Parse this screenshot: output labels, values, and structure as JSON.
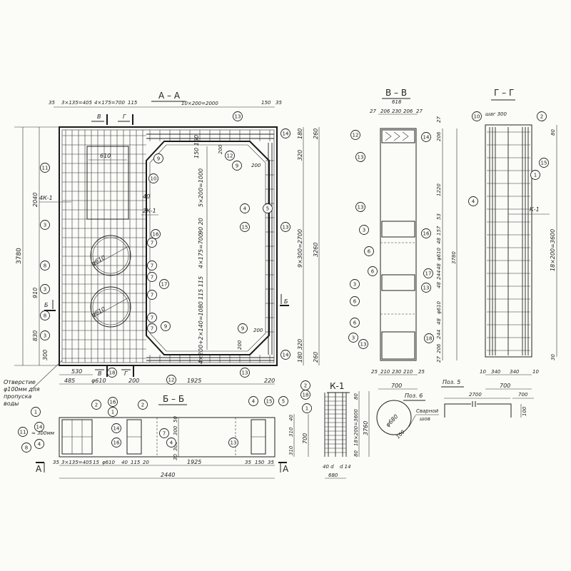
{
  "section_aa": {
    "title": "А – А",
    "top_dims": [
      "35",
      "3×135=405",
      "4×175=700",
      "115",
      "10×200=2000",
      "150",
      "35"
    ],
    "section_marks": [
      "В",
      "Г",
      "Б",
      "Б"
    ],
    "window_width": "610",
    "labels": [
      "4К-1",
      "2К-1",
      "40",
      "φ610",
      "φ610",
      "200",
      "200",
      "200",
      "200"
    ],
    "left_dims": [
      "3780",
      "2040",
      "910",
      "830",
      "300"
    ],
    "right_dims": [
      "180",
      "320",
      "9×300=2700",
      "320",
      "180",
      "260",
      "3260",
      "260"
    ],
    "inner_dims": [
      "150 150",
      "5×200=1000",
      "90 20",
      "4×175=700",
      "115 115",
      "4×200+2×140=1080"
    ],
    "bottom_dims": [
      "530",
      "485",
      "φ610",
      "200",
      "1925",
      "220"
    ],
    "bottom_marks": [
      "В",
      "Г"
    ],
    "note": [
      "Отверстие",
      "φ100мм для",
      "пропуска",
      "воды"
    ],
    "callouts": [
      "11",
      "3",
      "8",
      "3",
      "8",
      "3",
      "10",
      "16",
      "7",
      "7",
      "7",
      "17",
      "7",
      "7",
      "7",
      "9",
      "9",
      "13",
      "14",
      "12",
      "9",
      "4",
      "5",
      "15",
      "13",
      "9",
      "14",
      "12",
      "13",
      "18"
    ]
  },
  "section_bb": {
    "title": "Б – Б",
    "note": "≈ 300мм",
    "height_dims": [
      "50",
      "300",
      "300",
      "30"
    ],
    "bottom_dims": [
      "35",
      "3×135=405",
      "15",
      "φ610",
      "40",
      "115",
      "20",
      "1925",
      "35",
      "150",
      "35"
    ],
    "total": "2440",
    "marks": [
      "А",
      "А"
    ],
    "callouts": [
      "1",
      "11",
      "14",
      "4",
      "8",
      "2",
      "16",
      "1",
      "2",
      "14",
      "16",
      "7",
      "4",
      "13",
      "4",
      "15",
      "5"
    ]
  },
  "section_vv": {
    "title": "В – В",
    "width_total": "618",
    "top_dims": [
      "27",
      "206",
      "230",
      "206",
      "27"
    ],
    "right_dims": [
      "27",
      "206",
      "1220",
      "53",
      "157",
      "48",
      "φ610",
      "48",
      "244",
      "48",
      "φ610",
      "48",
      "244",
      "206",
      "27"
    ],
    "height": "3780",
    "bottom_dims": [
      "25",
      "210",
      "230",
      "210",
      "25"
    ],
    "bottom_total": "700",
    "callouts": [
      "12",
      "14",
      "13",
      "13",
      "3",
      "16",
      "6",
      "6",
      "17",
      "3",
      "13",
      "6",
      "6",
      "3",
      "13",
      "18"
    ]
  },
  "section_gg": {
    "title": "Г – Г",
    "top_note": "шаг 300",
    "right_dims": [
      "80",
      "18×200=3600",
      "30"
    ],
    "bottom_dims": [
      "10",
      "340",
      "340",
      "10"
    ],
    "bottom_total": "700",
    "label": "К-1",
    "callouts": [
      "10",
      "2",
      "15",
      "1",
      "4"
    ]
  },
  "k1": {
    "title": "К-1",
    "dims": [
      "80",
      "18×200=3600",
      "80",
      "3760"
    ],
    "left_dims": [
      "40",
      "310",
      "310",
      "700"
    ],
    "bottom_note": [
      "40 d",
      "d 14",
      "680"
    ],
    "callouts": [
      "2",
      "18",
      "1"
    ]
  },
  "poz6": {
    "title": "Поз. 6",
    "diameter": "φ680",
    "weld": [
      "Сварной",
      "шов"
    ],
    "overlap": "100"
  },
  "poz5": {
    "title": "Поз. 5",
    "length": "2700",
    "width": "700",
    "height": "100"
  }
}
